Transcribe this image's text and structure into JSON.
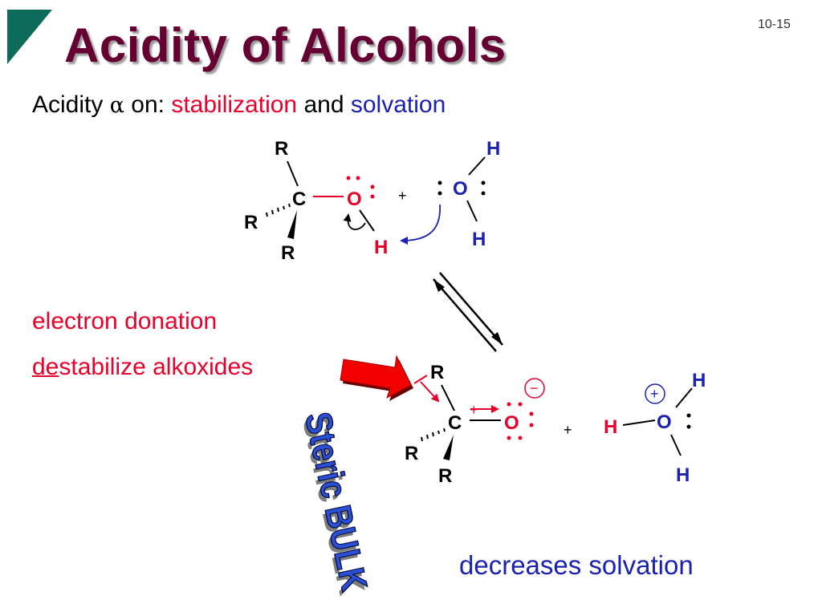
{
  "slide": {
    "title": "Acidity of Alcohols",
    "number": "10-15",
    "accent_color": "#0d6b5a",
    "title_color": "#660033"
  },
  "subtitle": {
    "prefix": "Acidity",
    "alpha": "α",
    "on": "on:",
    "stabilization": "stabilization",
    "and": "and",
    "solvation": "solvation"
  },
  "points": {
    "line1": "electron donation",
    "line2_underlined": "de",
    "line2_rest": "stabilize alkoxides"
  },
  "annotation": {
    "steric_bulk": "Steric BULK",
    "decreases_solvation": "decreases solvation"
  },
  "reaction_top": {
    "r_top": "R",
    "r_left": "R",
    "r_bottom": "R",
    "carbon": "C",
    "oxygen": "O",
    "hydrogen": "H",
    "plus": "+",
    "water_oxygen": "O",
    "water_h_top": "H",
    "water_h_bottom": "H"
  },
  "reaction_bottom": {
    "r_top": "R",
    "r_left": "R",
    "r_bottom": "R",
    "carbon": "C",
    "oxygen": "O",
    "minus": "−",
    "plus": "+",
    "hydronium_oxygen": "O",
    "hydronium_h_left": "H",
    "hydronium_h_top": "H",
    "hydronium_h_bottom": "H",
    "positive": "+",
    "partial_plus": "+"
  },
  "colors": {
    "red": "#e8002a",
    "blue": "#1b21b0",
    "black": "#000000",
    "bulk_blue": "#2a50d8"
  },
  "icons": {
    "corner": "triangle-corner-icon",
    "big_arrow": "red-block-arrow-icon",
    "equilibrium": "equilibrium-arrows-icon"
  }
}
